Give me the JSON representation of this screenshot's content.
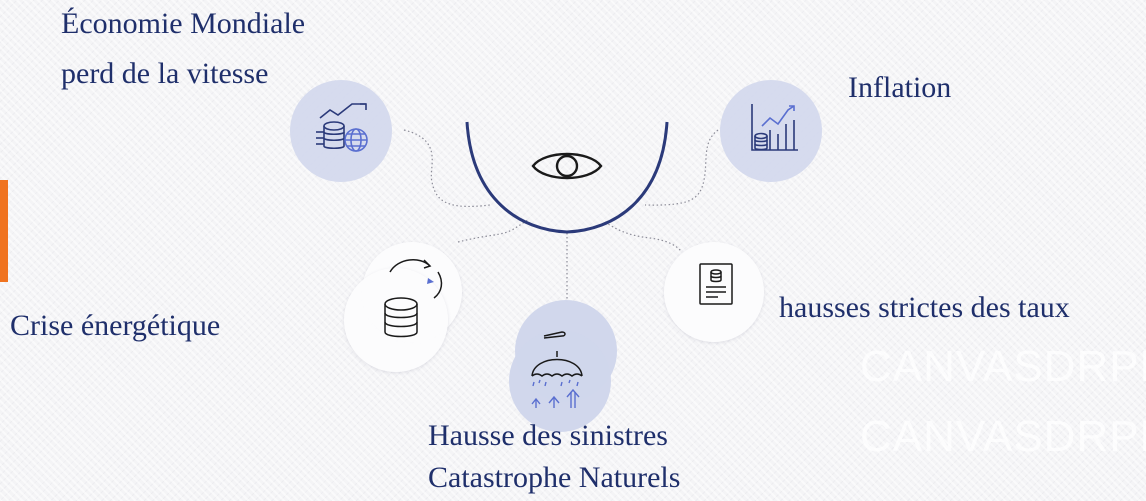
{
  "labels": {
    "economie_line1": "Économie Mondiale",
    "economie_line2": "perd de la vitesse",
    "inflation": "Inflation",
    "crise": "Crise énergétique",
    "hausses": "hausses strictes des taux",
    "sinistres_line1": "Hausse des sinistres",
    "sinistres_line2": "Catastrophe Naturels"
  },
  "watermark": {
    "text": "CANVASDRPE"
  },
  "icons": {
    "center": "eye-icon",
    "economie": "coins-globe-chart-icon",
    "inflation": "rising-bar-chart-coins-icon",
    "crise": "database-refresh-icon",
    "hausses": "document-coins-icon",
    "sinistres": "umbrella-rain-icon"
  },
  "colors": {
    "accent": "#f0731f",
    "text": "#1f2f6b",
    "line": "#2b3a7a",
    "circle_blue": "#d4d9ed"
  }
}
